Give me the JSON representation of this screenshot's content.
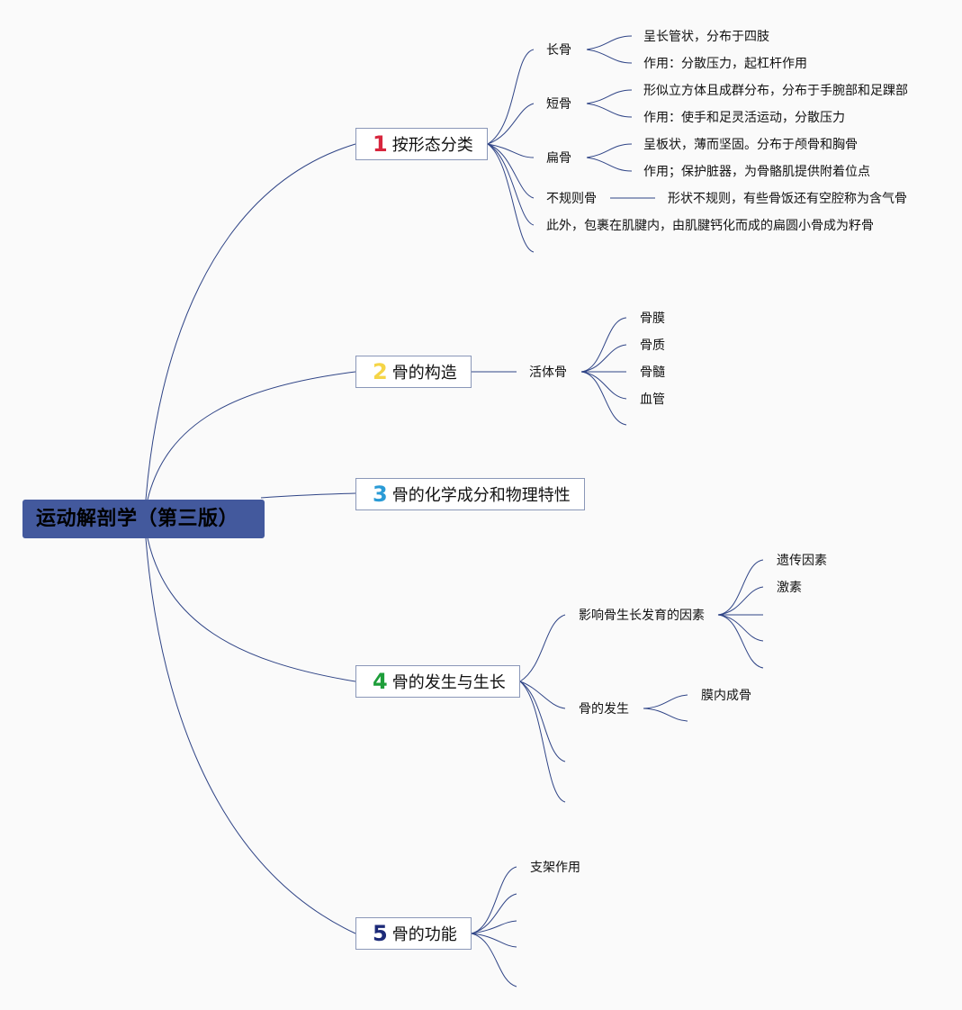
{
  "root": {
    "title": "运动解剖学（第三版）"
  },
  "colors": {
    "line": "#2f4486",
    "root_bg": "#43599d",
    "num1": "#d7263d",
    "num2": "#f5d547",
    "num3": "#2a9bd6",
    "num4": "#1e9e3a",
    "num5": "#1c2a78"
  },
  "branches": [
    {
      "num": "1",
      "label": "按形态分类",
      "children": [
        {
          "label": "长骨",
          "children": [
            "呈长管状，分布于四肢",
            "作用：分散压力，起杠杆作用"
          ]
        },
        {
          "label": "短骨",
          "children": [
            "形似立方体且成群分布，分布于手腕部和足踝部",
            "作用：使手和足灵活运动，分散压力"
          ]
        },
        {
          "label": "扁骨",
          "children": [
            "呈板状，薄而坚固。分布于颅骨和胸骨",
            "作用；保护脏器，为骨骼肌提供附着位点"
          ]
        },
        {
          "label": "不规则骨",
          "children": [
            "形状不规则，有些骨饭还有空腔称为含气骨"
          ]
        },
        {
          "label": "此外，包裹在肌腱内，由肌腱钙化而成的扁圆小骨成为籽骨"
        }
      ]
    },
    {
      "num": "2",
      "label": "骨的构造",
      "children": [
        {
          "label": "活体骨",
          "children": [
            "骨膜",
            "骨质",
            "骨髓",
            "血管"
          ]
        }
      ]
    },
    {
      "num": "3",
      "label": "骨的化学成分和物理特性"
    },
    {
      "num": "4",
      "label": "骨的发生与生长",
      "children": [
        {
          "label": "影响骨生长发育的因素",
          "children": [
            "遗传因素",
            "激素"
          ]
        },
        {
          "label": "骨的发生",
          "children": [
            "膜内成骨"
          ]
        }
      ]
    },
    {
      "num": "5",
      "label": "骨的功能",
      "children": [
        {
          "label": "支架作用"
        }
      ]
    }
  ]
}
